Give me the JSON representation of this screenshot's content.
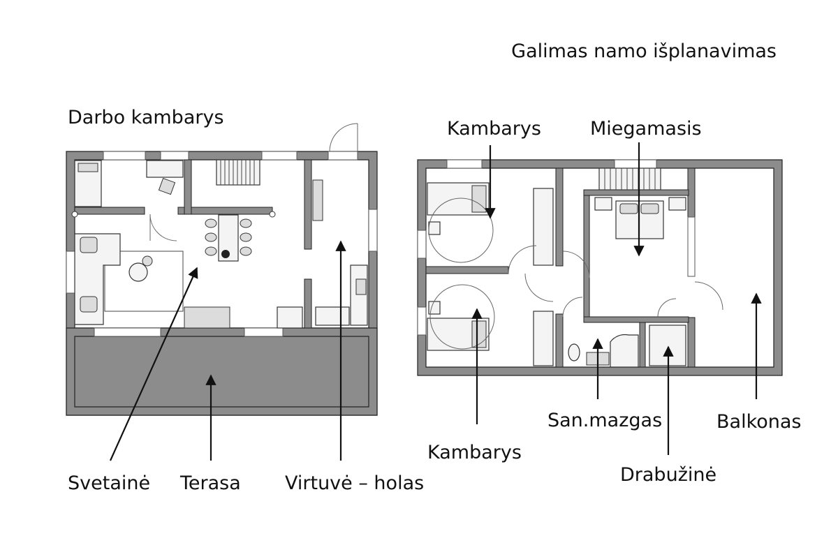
{
  "title": "Galimas namo išplanavimas",
  "labels": {
    "darbo_kambarys": "Darbo kambarys",
    "svetaine": "Svetainė",
    "terasa": "Terasa",
    "virtuve_holas": "Virtuvė – holas",
    "kambarys_top": "Kambarys",
    "miegamasis": "Miegamasis",
    "kambarys_bottom": "Kambarys",
    "san_mazgas": "San.mazgas",
    "balkonas": "Balkonas",
    "drabuzine": "Drabužinė"
  },
  "colors": {
    "wall": "#8c8c8c",
    "outline": "#222222",
    "text": "#111111",
    "floor": "#ffffff"
  }
}
